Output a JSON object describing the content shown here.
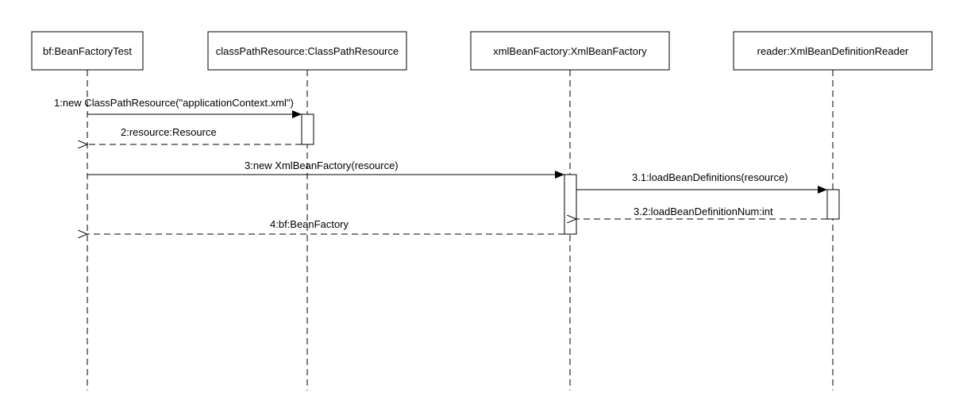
{
  "participants": [
    {
      "id": "bf",
      "label": "bf:BeanFactoryTest"
    },
    {
      "id": "cpr",
      "label": "classPathResource:ClassPathResource"
    },
    {
      "id": "xbf",
      "label": "xmlBeanFactory:XmlBeanFactory"
    },
    {
      "id": "reader",
      "label": "reader:XmlBeanDefinitionReader"
    }
  ],
  "messages": [
    {
      "id": "m1",
      "label": "1:new ClassPathResource(\"applicationContext.xml\")",
      "kind": "call"
    },
    {
      "id": "m2",
      "label": "2:resource:Resource",
      "kind": "return"
    },
    {
      "id": "m3",
      "label": "3:new XmlBeanFactory(resource)",
      "kind": "call"
    },
    {
      "id": "m31",
      "label": "3.1:loadBeanDefinitions(resource)",
      "kind": "call"
    },
    {
      "id": "m32",
      "label": "3.2:loadBeanDefinitionNum:int",
      "kind": "return"
    },
    {
      "id": "m4",
      "label": "4:bf:BeanFactory",
      "kind": "return"
    }
  ]
}
